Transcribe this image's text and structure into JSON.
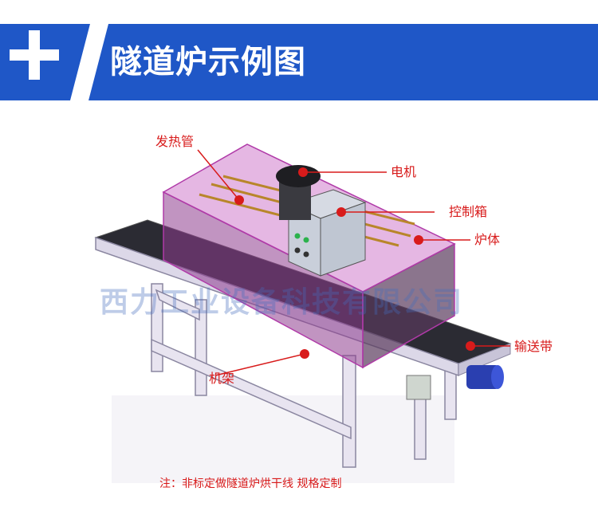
{
  "banner": {
    "title": "隧道炉示例图",
    "accent": "#1f57c7"
  },
  "labels": {
    "heater": "发热管",
    "motor": "电机",
    "control_box": "控制箱",
    "furnace": "炉体",
    "conveyor": "输送带",
    "frame": "机架"
  },
  "watermark": "西力工业设备科技有限公司",
  "note": "注：非标定做隧道炉烘干线 规格定制",
  "colors": {
    "label": "#d81b1b",
    "furnace": "#c04ab8",
    "frame": "#e6e2ef",
    "motor": "#2a3fb0"
  }
}
